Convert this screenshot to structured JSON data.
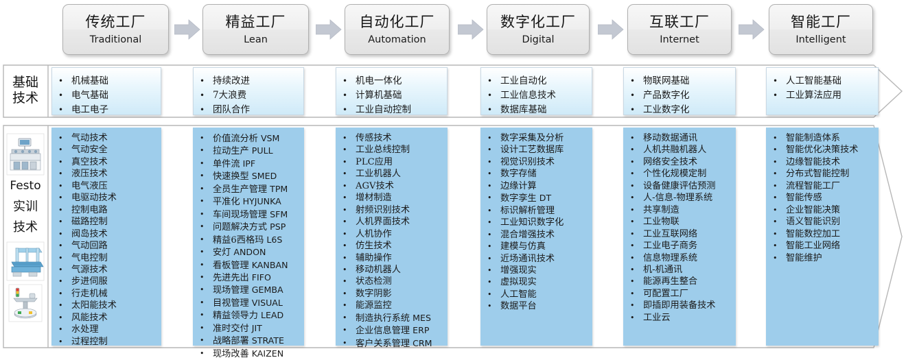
{
  "stages": [
    {
      "cn": "传统工厂",
      "en": "Traditional"
    },
    {
      "cn": "精益工厂",
      "en": "Lean"
    },
    {
      "cn": "自动化工厂",
      "en": "Automation"
    },
    {
      "cn": "数字化工厂",
      "en": "Digital"
    },
    {
      "cn": "互联工厂",
      "en": "Internet"
    },
    {
      "cn": "智能工厂",
      "en": "Intelligent"
    }
  ],
  "rows": [
    {
      "label_lines": [
        "基础",
        "技术"
      ],
      "columns": [
        [
          "机械基础",
          "电气基础",
          "电工电子"
        ],
        [
          "持续改进",
          "7大浪费",
          "团队合作"
        ],
        [
          "机电一体化",
          "计算机基础",
          "工业自动控制"
        ],
        [
          "工业自动化",
          "工业信息技术",
          "数据库基础"
        ],
        [
          "物联网基础",
          "产品数字化",
          "工业数字化"
        ],
        [
          "人工智能基础",
          "工业算法应用"
        ]
      ]
    },
    {
      "label_lines": [
        "Festo",
        "实训",
        "技术"
      ],
      "columns": [
        [
          "气动技术",
          "气动安全",
          "真空技术",
          "液压技术",
          "电气液压",
          "电驱动技术",
          "控制电路",
          "磁路控制",
          "阀岛技术",
          "气动回路",
          "气电控制",
          "气源技术",
          "步进伺服",
          "行走机械",
          "太阳能技术",
          "风能技术",
          "水处理",
          "过程控制"
        ],
        [
          "价值流分析 VSM",
          "拉动生产 PULL",
          "单件流 IPF",
          "快速换型 SMED",
          "全员生产管理 TPM",
          "平准化 HYJUNKA",
          "车间现场管理 SFM",
          "问题解决方式 PSP",
          "精益6西格玛 L6S",
          "安灯 ANDON",
          "看板管理 KANBAN",
          "先进先出 FIFO",
          "现场管理 GEMBA",
          "目视管理 VISUAL",
          "精益领导力 LEAD",
          "准时交付 JIT",
          "战略部署 STRATE",
          "现场改善 KAIZEN"
        ],
        [
          "传感技术",
          "工业总线控制",
          "PLC应用",
          "工业机器人",
          "AGV技术",
          "增材制造",
          "射频识别技术",
          "人机界面技术",
          "人机协作",
          "仿生技术",
          "辅助操作",
          "移动机器人",
          "状态检测",
          "数字阴影",
          "能源监控",
          "制造执行系统 MES",
          "企业信息管理 ERP",
          "客户关系管理 CRM"
        ],
        [
          "数字采集及分析",
          "设计工艺数据库",
          "视觉识别技术",
          "数字存储",
          "边缘计算",
          "数字孪生 DT",
          "标识解析管理",
          "工业知识数字化",
          "混合增强技术",
          "建模与仿真",
          "近场通讯技术",
          "增强现实",
          "虚拟现实",
          "人工智能",
          "数据平台"
        ],
        [
          "移动数据通讯",
          "人机共融机器人",
          "网络安全技术",
          "个性化规模定制",
          "设备健康评估预测",
          "人-信息-物理系统",
          "共享制造",
          "工业物联",
          "工业互联网络",
          "工业电子商务",
          "信息物理系统",
          "机-机通讯",
          "能源再生整合",
          "可配置工厂",
          "即插即用装备技术",
          "工业云"
        ],
        [
          "智能制造体系",
          "智能优化决策技术",
          "边缘智能技术",
          "分布式智能控制",
          "流程智能工厂",
          "智能传感",
          "企业智能决策",
          "语义智能识别",
          "智能数控加工",
          "智能工业网络",
          "智能维护"
        ]
      ]
    }
  ],
  "colors": {
    "row1_card_top": "#ffffff",
    "row1_card_bottom": "#cfeaf8",
    "row2_card": "#9ecdeb",
    "stage_box": "#efefef",
    "stage_border": "#b0b0b0",
    "arrow_fill": "#c3c8d2",
    "banner_outline": "#b7b7b7",
    "text": "#1b1b1b"
  },
  "icons": {
    "stage_arrow": "right-arrow-icon",
    "equipment_1": "assembly-station-image",
    "equipment_2": "conveyor-module-image",
    "equipment_3": "robot-cell-image"
  }
}
